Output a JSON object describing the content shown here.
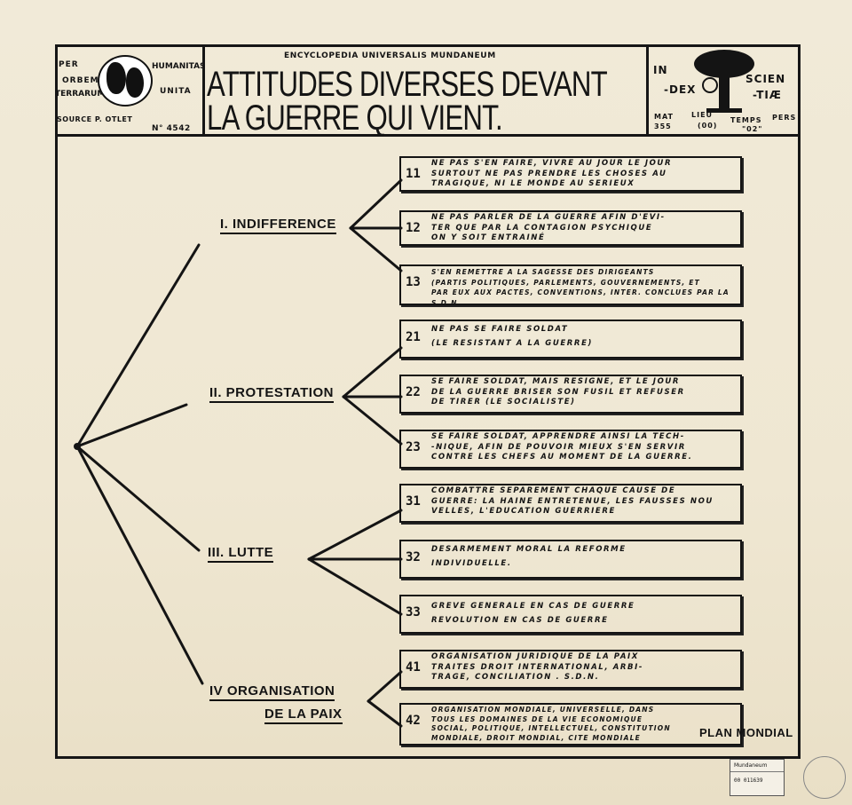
{
  "header": {
    "left": {
      "per_orbem": "PER",
      "orbem": "ORBEM",
      "terrarum": "TERRARUM",
      "humanitas": "HUMANITAS",
      "unita": "UNITA",
      "source": "SOURCE P. OTLET",
      "number": "N° 4542"
    },
    "encyclopedia": "ENCYCLOPEDIA   UNIVERSALIS   MUNDANEUM",
    "title_line1": "ATTITUDES DIVERSES DEVANT",
    "title_line2": "LA GUERRE  QUI  VIENT.",
    "right": {
      "in": "IN",
      "dex": "-DEX",
      "scien": "SCIEN",
      "tiae": "-TIÆ",
      "mat": "MAT",
      "mat_val": "355",
      "lieu": "LIEU",
      "lieu_val": "(00)",
      "temps": "TEMPS",
      "temps_val": "\"02\"",
      "pers": "PERS"
    }
  },
  "categories": [
    {
      "label": "I. INDIFFERENCE"
    },
    {
      "label": "II. PROTESTATION"
    },
    {
      "label": "III. LUTTE"
    },
    {
      "label": "IV ORGANISATION",
      "label2": "DE LA PAIX"
    }
  ],
  "items": [
    {
      "num": "11",
      "text": "NE PAS S'EN FAIRE, VIVRE AU JOUR LE JOUR\nSURTOUT NE PAS PRENDRE LES CHOSES AU\nTRAGIQUE, NI LE MONDE AU SERIEUX"
    },
    {
      "num": "12",
      "text": "NE PAS PARLER DE LA GUERRE AFIN D'EVI-\nTER QUE PAR LA CONTAGION PSYCHIQUE\nON Y SOIT ENTRAINÉ"
    },
    {
      "num": "13",
      "text": "S'EN REMETTRE A LA SAGESSE DES DIRIGEANTS\n(PARTIS POLITIQUES, PARLEMENTS, GOUVERNEMENTS, ET\nPAR EUX AUX PACTES, CONVENTIONS, INTER. CONCLUES PAR LA S.D.N."
    },
    {
      "num": "21",
      "text": "NE PAS SE FAIRE SOLDAT\n(LE RESISTANT A LA GUERRE)"
    },
    {
      "num": "22",
      "text": "SE FAIRE SOLDAT, MAIS RESIGNE, ET LE JOUR\nDE LA GUERRE BRISER SON FUSIL ET REFUSER\nDE TIRER                  (LE SOCIALISTE)"
    },
    {
      "num": "23",
      "text": "SE FAIRE SOLDAT, APPRENDRE AINSI LA TECH-\n-NIQUE, AFIN DE POUVOIR MIEUX S'EN SERVIR\nCONTRE LES CHEFS AU MOMENT DE LA GUERRE."
    },
    {
      "num": "31",
      "text": "COMBATTRE SEPAREMENT CHAQUE CAUSE DE\nGUERRE: LA HAINE ENTRETENUE, LES FAUSSES NOU\nVELLES, L'EDUCATION GUERRIERE"
    },
    {
      "num": "32",
      "text": "DESARMEMENT MORAL    LA REFORME\nINDIVIDUELLE."
    },
    {
      "num": "33",
      "text": "GREVE GENERALE EN CAS DE GUERRE\nREVOLUTION EN CAS DE GUERRE"
    },
    {
      "num": "41",
      "text": "ORGANISATION JURIDIQUE DE LA PAIX\nTRAITES DROIT INTERNATIONAL, ARBI-\nTRAGE, CONCILIATION . S.D.N."
    },
    {
      "num": "42",
      "text": "ORGANISATION MONDIALE, UNIVERSELLE, DANS\nTOUS LES DOMAINES DE LA VIE ECONOMIQUE\nSOCIAL, POLITIQUE, INTELLECTUEL, CONSTITUTION\nMONDIALE, DROIT MONDIAL, CITE MONDIALE"
    }
  ],
  "plan_mondial": "PLAN MONDIAL",
  "stamp": {
    "line1": "Mundaneum",
    "line2": "00 011639"
  },
  "ink_color": "#141414",
  "paper_color": "#efe7d2"
}
